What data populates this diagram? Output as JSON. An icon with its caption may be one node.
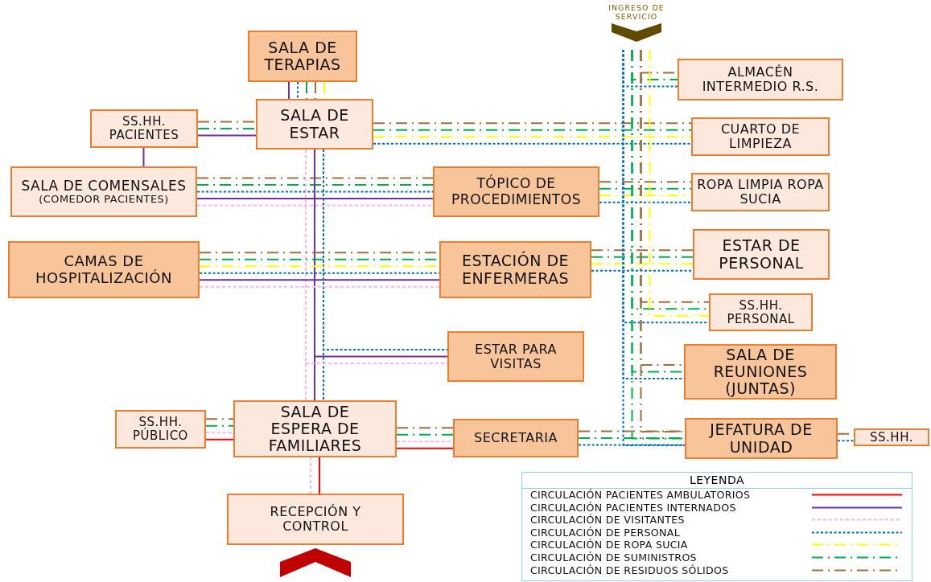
{
  "diagram": {
    "nodes": [
      {
        "text": [
          "INGRESO DE SERVICIO"
        ]
      },
      {
        "text": [
          "SALA DE TERAPIAS"
        ]
      },
      {
        "text": [
          "ALMACÉN INTERMEDIO R.S."
        ]
      },
      {
        "text": [
          "SS.HH. PACIENTES"
        ]
      },
      {
        "text": [
          "SALA DE ESTAR"
        ]
      },
      {
        "text": [
          "CUARTO DE LIMPIEZA"
        ]
      },
      {
        "text": [
          "SALA DE COMENSALES",
          "(COMEDOR PACIENTES)"
        ]
      },
      {
        "text": [
          "TÓPICO DE PROCEDIMIENTOS"
        ]
      },
      {
        "text": [
          "ROPA LIMPIA ROPA SUCIA"
        ]
      },
      {
        "text": [
          "CAMAS DE HOSPITALIZACIÓN"
        ]
      },
      {
        "text": [
          "ESTACIÓN DE ENFERMERAS"
        ]
      },
      {
        "text": [
          "ESTAR DE PERSONAL"
        ]
      },
      {
        "text": [
          "SS.HH. PERSONAL"
        ]
      },
      {
        "text": [
          "ESTAR PARA VISITAS"
        ]
      },
      {
        "text": [
          "SALA DE REUNIONES (JUNTAS)"
        ]
      },
      {
        "text": [
          "SS.HH. PÚBLICO"
        ]
      },
      {
        "text": [
          "SALA DE ESPERA DE FAMILIARES"
        ]
      },
      {
        "text": [
          "SECRETARIA"
        ]
      },
      {
        "text": [
          "JEFATURA DE UNIDAD"
        ]
      },
      {
        "text": [
          "SS.HH."
        ]
      },
      {
        "text": [
          "RECEPCIÓN Y CONTROL"
        ]
      }
    ],
    "edges": [
      {
        "from": 1,
        "to": 4,
        "arrow": "none",
        "color": "#7030a0"
      },
      {
        "from": 1,
        "to": 4,
        "arrow": "none",
        "style": "dashed",
        "color": "#0070c0"
      },
      {
        "from": 1,
        "to": 4,
        "arrow": "none",
        "style": "dashed",
        "color": "#ffff00"
      },
      {
        "from": 1,
        "to": 4,
        "arrow": "none",
        "style": "dashed",
        "color": "#00b050"
      },
      {
        "from": 1,
        "to": 4,
        "arrow": "none",
        "style": "dashed",
        "color": "#a0703c"
      },
      {
        "from": 3,
        "to": 4,
        "arrow": "none",
        "style": "dashed",
        "color": "#a0703c"
      },
      {
        "from": 3,
        "to": 4,
        "arrow": "none",
        "style": "dashed",
        "color": "#00b050"
      },
      {
        "from": 3,
        "to": 4,
        "arrow": "none",
        "color": "#7030a0"
      },
      {
        "from": 3,
        "to": 6,
        "arrow": "none",
        "color": "#7030a0"
      },
      {
        "from": 4,
        "to": 5,
        "arrow": "none",
        "style": "dashed",
        "color": "#a0703c"
      },
      {
        "from": 4,
        "to": 5,
        "arrow": "none",
        "style": "dashed",
        "color": "#00b050"
      },
      {
        "from": 4,
        "to": 5,
        "arrow": "none",
        "style": "dashed",
        "color": "#ffff00"
      },
      {
        "from": 4,
        "to": 5,
        "arrow": "none",
        "style": "dashed",
        "color": "#0070c0"
      },
      {
        "from": 6,
        "to": 7,
        "arrow": "none",
        "style": "dashed",
        "color": "#00b050"
      },
      {
        "from": 6,
        "to": 7,
        "arrow": "none",
        "style": "dashed",
        "color": "#a0703c"
      },
      {
        "from": 6,
        "to": 7,
        "arrow": "none",
        "style": "dashed",
        "color": "#0070c0"
      },
      {
        "from": 6,
        "to": 7,
        "arrow": "none",
        "color": "#7030a0"
      },
      {
        "from": 6,
        "to": 7,
        "arrow": "none",
        "style": "dashed",
        "color": "#ffb3ff"
      },
      {
        "from": 4,
        "to": 16,
        "arrow": "none",
        "style": "dashed",
        "color": "#ffb3ff"
      },
      {
        "from": 4,
        "to": 16,
        "arrow": "none",
        "color": "#7030a0"
      },
      {
        "from": 4,
        "to": 16,
        "arrow": "none",
        "style": "dashed",
        "color": "#0070c0"
      },
      {
        "from": 4,
        "to": 13,
        "arrow": "none",
        "style": "dashed",
        "color": "#0070c0"
      },
      {
        "from": 4,
        "to": 13,
        "arrow": "none",
        "color": "#7030a0"
      },
      {
        "from": 4,
        "to": 13,
        "arrow": "none",
        "style": "dashed",
        "color": "#ffb3ff"
      },
      {
        "from": 9,
        "to": 10,
        "arrow": "none",
        "style": "dashed",
        "color": "#ffff00"
      },
      {
        "from": 9,
        "to": 10,
        "arrow": "none",
        "style": "dashed",
        "color": "#00b050"
      },
      {
        "from": 9,
        "to": 10,
        "arrow": "none",
        "style": "dashed",
        "color": "#a0703c"
      },
      {
        "from": 9,
        "to": 10,
        "arrow": "none",
        "style": "dashed",
        "color": "#0070c0"
      },
      {
        "from": 9,
        "to": 10,
        "arrow": "none",
        "color": "#7030a0"
      },
      {
        "from": 9,
        "to": 10,
        "arrow": "none",
        "style": "dashed",
        "color": "#ffb3ff"
      },
      {
        "from": 7,
        "to": 8,
        "arrow": "none",
        "style": "dashed",
        "color": "#a0703c"
      },
      {
        "from": 7,
        "to": 8,
        "arrow": "none",
        "style": "dashed",
        "color": "#00b050"
      },
      {
        "from": 7,
        "to": 8,
        "arrow": "none",
        "style": "dashed",
        "color": "#ffff00"
      },
      {
        "from": 7,
        "to": 8,
        "arrow": "none",
        "style": "dashed",
        "color": "#0070c0"
      },
      {
        "from": 10,
        "to": 11,
        "arrow": "none",
        "style": "dashed",
        "color": "#a0703c"
      },
      {
        "from": 10,
        "to": 11,
        "arrow": "none",
        "style": "dashed",
        "color": "#00b050"
      },
      {
        "from": 10,
        "to": 11,
        "arrow": "none",
        "style": "dashed",
        "color": "#ffff00"
      },
      {
        "from": 10,
        "to": 11,
        "arrow": "none",
        "style": "dashed",
        "color": "#0070c0"
      },
      {
        "from": 15,
        "to": 16,
        "arrow": "none",
        "style": "dashed",
        "color": "#a0703c"
      },
      {
        "from": 15,
        "to": 16,
        "arrow": "none",
        "style": "dashed",
        "color": "#00b050"
      },
      {
        "from": 15,
        "to": 16,
        "arrow": "none",
        "style": "dashed",
        "color": "#ffb3ff"
      },
      {
        "from": 15,
        "to": 16,
        "arrow": "none",
        "color": "#ff0000"
      },
      {
        "from": 16,
        "to": 17,
        "arrow": "none",
        "style": "dashed",
        "color": "#a0703c"
      },
      {
        "from": 16,
        "to": 17,
        "arrow": "none",
        "style": "dashed",
        "color": "#00b050"
      },
      {
        "from": 16,
        "to": 17,
        "arrow": "none",
        "style": "dashed",
        "color": "#ffb3ff"
      },
      {
        "from": 16,
        "to": 17,
        "arrow": "none",
        "color": "#ff0000"
      },
      {
        "from": 16,
        "to": 20,
        "arrow": "none",
        "style": "dashed",
        "color": "#ffb3ff"
      },
      {
        "from": 16,
        "to": 20,
        "arrow": "none",
        "color": "#ff0000"
      },
      {
        "from": 17,
        "to": 18,
        "arrow": "none",
        "style": "dashed",
        "color": "#a0703c"
      },
      {
        "from": 17,
        "to": 18,
        "arrow": "none",
        "style": "dashed",
        "color": "#00b050"
      },
      {
        "from": 17,
        "to": 18,
        "arrow": "none",
        "style": "dashed",
        "color": "#0070c0"
      },
      {
        "from": 18,
        "to": 19,
        "arrow": "none",
        "style": "dashed",
        "color": "#a0703c"
      },
      {
        "from": 18,
        "to": 19,
        "arrow": "none",
        "style": "dashed",
        "color": "#0070c0"
      },
      {
        "from": 0,
        "to": 2,
        "arrow": "none",
        "style": "dashed",
        "color": "#0070c0"
      },
      {
        "from": 0,
        "to": 2,
        "arrow": "none",
        "style": "dashed",
        "color": "#00b050"
      },
      {
        "from": 0,
        "to": 2,
        "arrow": "none",
        "style": "dashed",
        "color": "#a0703c"
      },
      {
        "from": 0,
        "to": 12,
        "arrow": "none",
        "style": "dashed",
        "color": "#0070c0"
      },
      {
        "from": 0,
        "to": 12,
        "arrow": "none",
        "style": "dashed",
        "color": "#00b050"
      },
      {
        "from": 0,
        "to": 12,
        "arrow": "none",
        "style": "dashed",
        "color": "#a0703c"
      },
      {
        "from": 0,
        "to": 12,
        "arrow": "none",
        "style": "dashed",
        "color": "#ffff00"
      },
      {
        "from": 0,
        "to": 14,
        "arrow": "none",
        "style": "dashed",
        "color": "#0070c0"
      },
      {
        "from": 0,
        "to": 14,
        "arrow": "none",
        "style": "dashed",
        "color": "#00b050"
      },
      {
        "from": 0,
        "to": 14,
        "arrow": "none",
        "style": "dashed",
        "color": "#a0703c"
      },
      {
        "from": 0,
        "to": 18,
        "arrow": "none",
        "style": "dashed",
        "color": "#0070c0"
      },
      {
        "from": 0,
        "to": 18,
        "arrow": "none",
        "style": "dashed",
        "color": "#00b050"
      },
      {
        "from": 0,
        "to": 18,
        "arrow": "none",
        "style": "dashed",
        "color": "#a0703c"
      }
    ],
    "labels": [
      "LEYENDA"
    ],
    "legend": [
      {
        "text": "CIRCULACIÓN PACIENTES AMBULATORIOS"
      },
      {
        "text": "CIRCULACIÓN PACIENTES INTERNADOS"
      },
      {
        "text": "CIRCULACIÓN DE VISITANTES"
      },
      {
        "text": "CIRCULACIÓN DE PERSONAL"
      },
      {
        "text": "CIRCULACIÓN DE ROPA SUCIA"
      },
      {
        "text": "CIRCULACIÓN DE SUMINISTROS"
      },
      {
        "text": "CIRCULACIÓN DE RESIDUOS SÓLIDOS"
      }
    ]
  }
}
